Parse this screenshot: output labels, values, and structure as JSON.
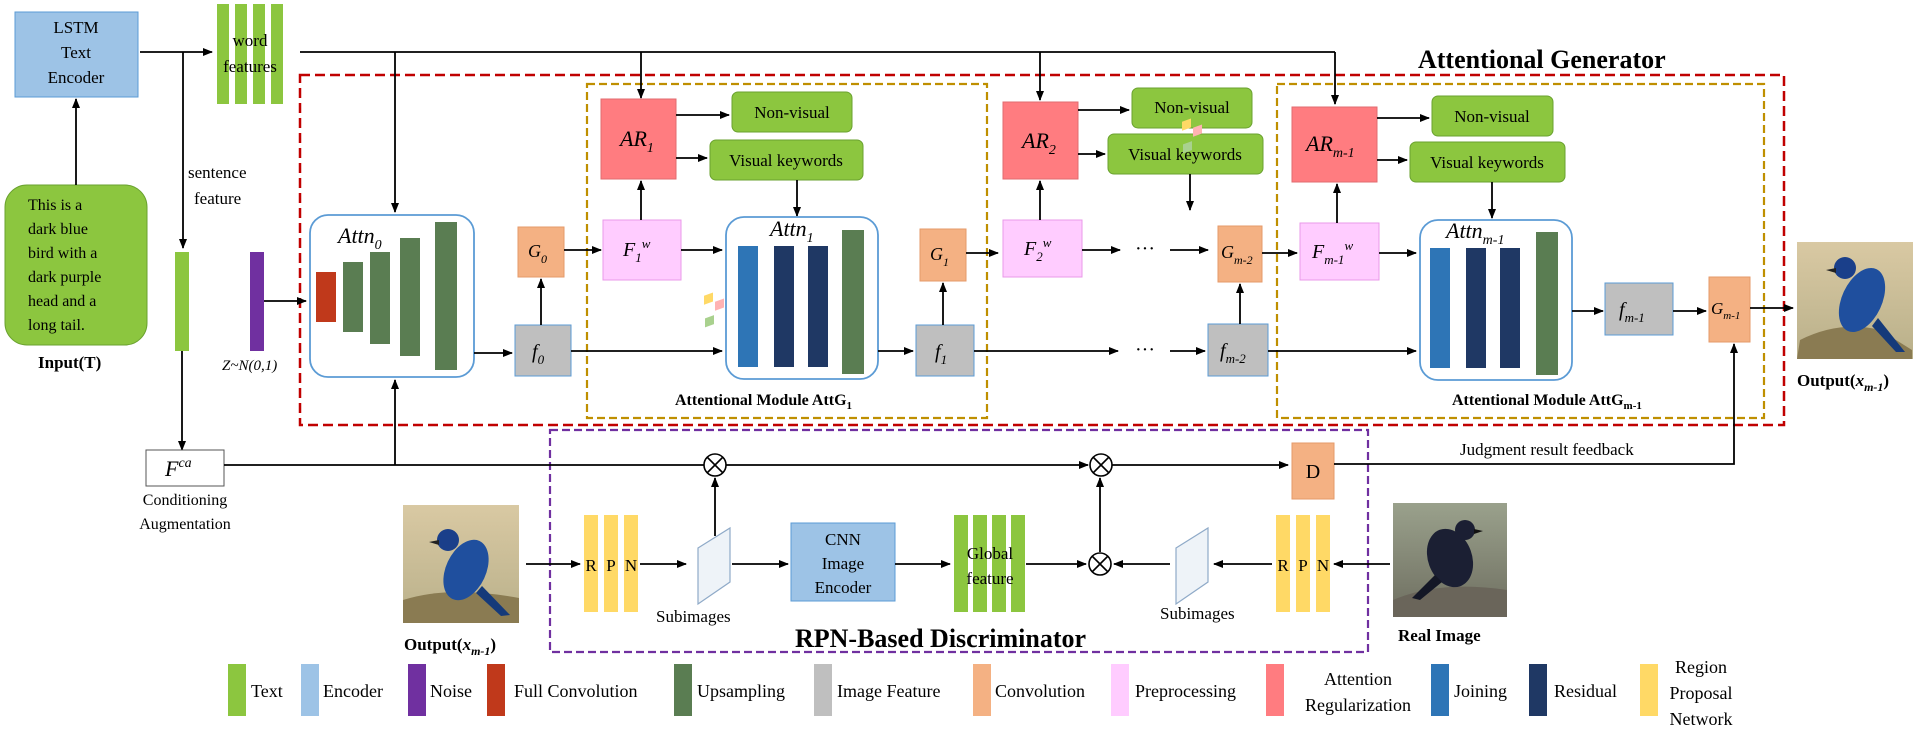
{
  "title": "Attentional Generator",
  "discriminator_title": "RPN-Based Discriminator",
  "input": {
    "encoder": [
      "LSTM",
      "Text",
      "Encoder"
    ],
    "text_lines": [
      "This is a",
      "dark blue",
      "bird with a",
      "dark purple",
      "head and a",
      "long tail."
    ],
    "label": "Input(T)"
  },
  "word_features": [
    "word",
    "features"
  ],
  "sentence_feature": [
    "sentence",
    "feature"
  ],
  "noise_label": "Z~N(0,1)",
  "conditioning": {
    "box": "Fca",
    "label": [
      "Conditioning",
      "Augmentation"
    ]
  },
  "attn_blocks": {
    "attn0": "Attn0",
    "attn1": "Attn1",
    "attnm1": "Attnm-1"
  },
  "ar": {
    "ar1": "AR1",
    "ar2": "AR2",
    "arm1": "ARm-1"
  },
  "labels": {
    "non_visual": "Non-visual",
    "visual_keywords": "Visual keywords"
  },
  "f_w": {
    "f1w": "F1w",
    "f2w": "F2w",
    "fm1w": "Fm-1w"
  },
  "g": {
    "g0": "G0",
    "g1": "G1",
    "gm2": "Gm-2",
    "gm1": "Gm-1"
  },
  "f": {
    "f0": "f0",
    "f1": "f1",
    "fm2": "fm-2",
    "fm1": "fm-1"
  },
  "ellipsis": "···",
  "modules": {
    "m1": "Attentional Module AttG1",
    "m2": "Attentional Module AttGm-1"
  },
  "output_label": "Output(xm-1)",
  "real_image": "Real Image",
  "judgment": "Judgment result feedback",
  "d_label": "D",
  "rpn_letters": [
    "R",
    "P",
    "N"
  ],
  "subimages": "Subimages",
  "cnn": [
    "CNN",
    "Image",
    "Encoder"
  ],
  "global_feature": [
    "Global",
    "feature"
  ],
  "legend": [
    {
      "label": "Text",
      "color": "#8cc63f"
    },
    {
      "label": "Encoder",
      "color": "#9dc3e6"
    },
    {
      "label": "Noise",
      "color": "#7030a0"
    },
    {
      "label": "Full Convolution",
      "color": "#c0391b"
    },
    {
      "label": "Upsampling",
      "color": "#5a7d52"
    },
    {
      "label": "Image Feature",
      "color": "#bfbfbf"
    },
    {
      "label": "Convolution",
      "color": "#f4b183"
    },
    {
      "label": "Preprocessing",
      "color": "#ffb3ff"
    },
    {
      "label": "Attention Regularization",
      "color": "#ff7c80"
    },
    {
      "label": "Joining",
      "color": "#2e75b6"
    },
    {
      "label": "Residual",
      "color": "#1f3864"
    },
    {
      "label": "Region Proposal Network",
      "color": "#ffd966"
    }
  ],
  "colors": {
    "generator_border": "#c00000",
    "module_border": "#bf8f00",
    "discriminator_border": "#7030a0",
    "text_green": "#8cc63f",
    "encoder_blue": "#9dc3e6",
    "attn_border": "#5b9bd5"
  }
}
